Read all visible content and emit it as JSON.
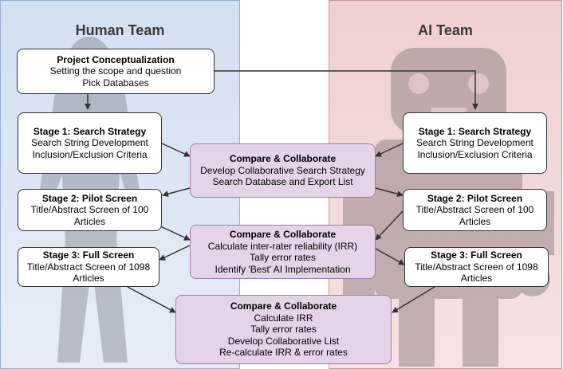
{
  "teams": {
    "human": "Human Team",
    "ai": "AI Team"
  },
  "project": {
    "title": "Project Conceptualization",
    "lines": [
      "Setting the scope and question",
      "Pick Databases"
    ]
  },
  "human": {
    "stage1": {
      "title": "Stage 1: Search Strategy",
      "lines": [
        "Search String Development",
        "Inclusion/Exclusion Criteria"
      ]
    },
    "stage2": {
      "title": "Stage 2: Pilot Screen",
      "lines": [
        "Title/Abstract Screen of 100",
        "Articles"
      ]
    },
    "stage3": {
      "title": "Stage 3: Full Screen",
      "lines": [
        "Title/Abstract Screen of 1098",
        "Articles"
      ]
    }
  },
  "ai": {
    "stage1": {
      "title": "Stage 1: Search Strategy",
      "lines": [
        "Search String Development",
        "Inclusion/Exclusion Criteria"
      ]
    },
    "stage2": {
      "title": "Stage 2: Pilot Screen",
      "lines": [
        "Title/Abstract Screen of 100",
        "Articles"
      ]
    },
    "stage3": {
      "title": "Stage 3: Full Screen",
      "lines": [
        "Title/Abstract Screen of 1098",
        "Articles"
      ]
    }
  },
  "compare1": {
    "title": "Compare & Collaborate",
    "lines": [
      "Develop Collaborative Search Strategy",
      "Search Database and Export List"
    ]
  },
  "compare2": {
    "title": "Compare & Collaborate",
    "lines": [
      "Calculate inter-rater reliability (IRR)",
      "Tally error rates",
      "Identify 'Best' AI Implementation"
    ]
  },
  "compare3": {
    "title": "Compare & Collaborate",
    "lines": [
      "Calculate IRR",
      "Tally error rates",
      "Develop Collaborative List",
      "Re-calculate IRR & error rates"
    ]
  },
  "colors": {
    "human_panel": "#d3e0f1",
    "ai_panel": "#efd0d0",
    "compare_fill": "#e5d3ea",
    "silhouette": "#8a8a8a"
  }
}
